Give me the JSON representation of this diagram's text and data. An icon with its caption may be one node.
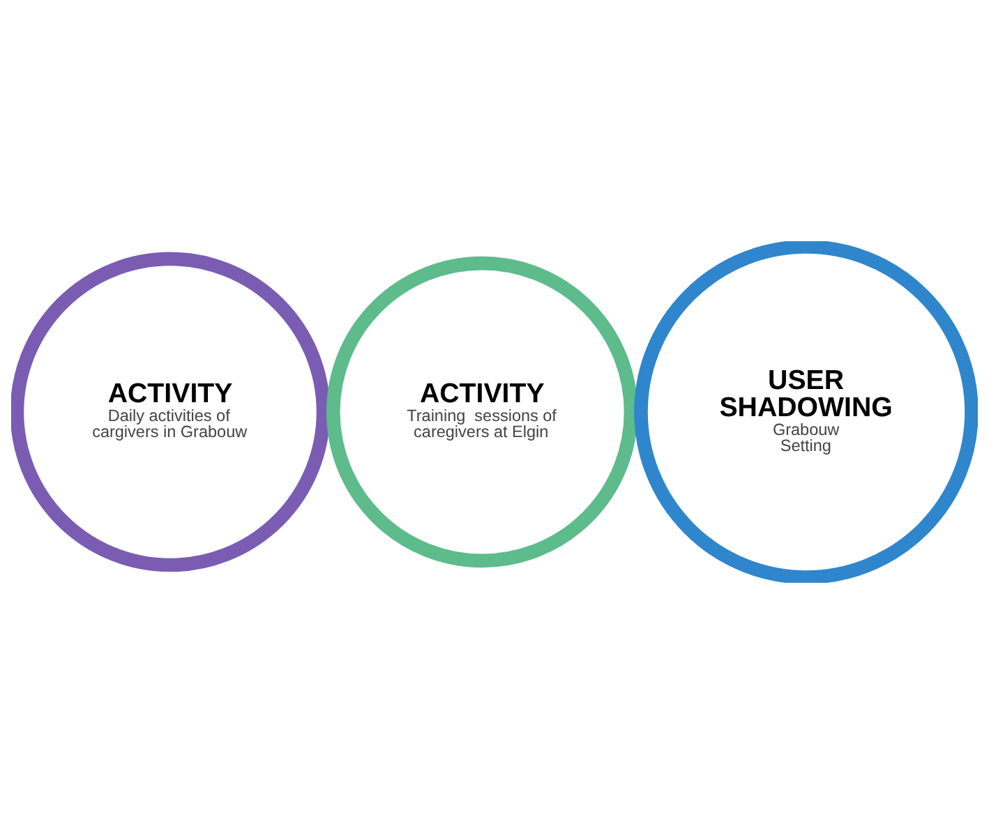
{
  "diagram": {
    "nodes": [
      {
        "text": [
          "ACTIVITY",
          "Daily activities of cargivers in Grabouw"
        ]
      },
      {
        "text": [
          "ACTIVITY",
          "Training  sessions of caregivers at Elgin"
        ]
      },
      {
        "text": [
          "USER SHADOWING",
          "Grabouw Setting"
        ]
      }
    ]
  }
}
